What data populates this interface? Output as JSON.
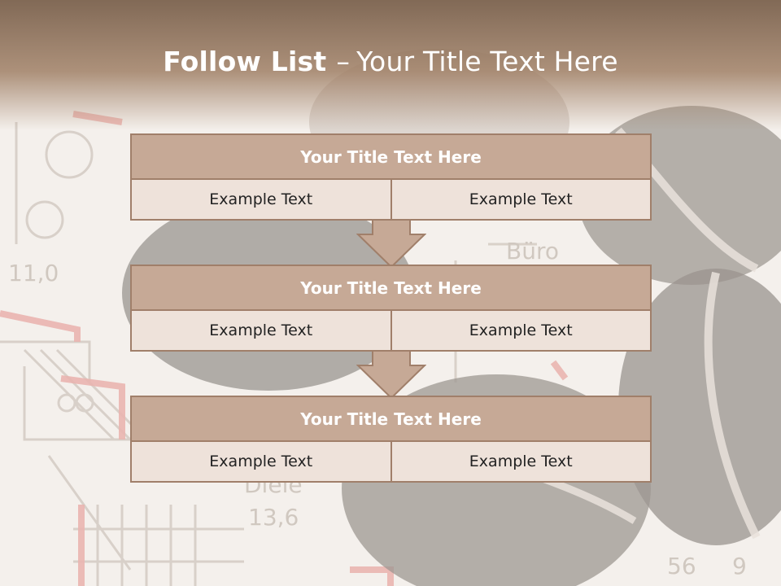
{
  "title": {
    "bold": "Follow List",
    "dash": "–",
    "rest": "Your Title Text Here"
  },
  "blocks": [
    {
      "title": "Your Title Text Here",
      "left": "Example Text",
      "right": "Example Text"
    },
    {
      "title": "Your Title Text Here",
      "left": "Example Text",
      "right": "Example Text"
    },
    {
      "title": "Your Title Text Here",
      "left": "Example Text",
      "right": "Example Text"
    }
  ],
  "background_text": [
    "11,0",
    "Büro",
    "Diele",
    "13,6",
    "56",
    "9"
  ],
  "colors": {
    "header": "#8e7360",
    "block_title": "#c6a996",
    "block_cell": "#eee2da",
    "border": "#a07f6a",
    "arrow": "#c6a996"
  }
}
